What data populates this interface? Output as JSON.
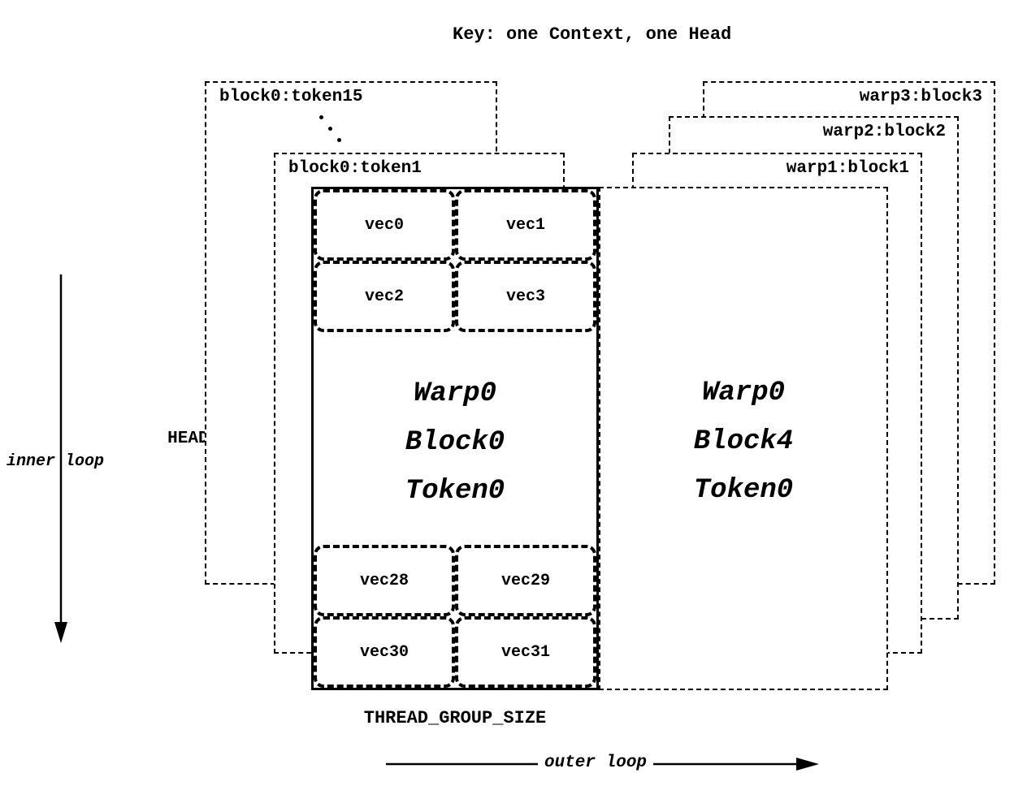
{
  "title": "Key: one Context, one Head",
  "stacked_boxes": {
    "left": [
      {
        "label": "block0:token15"
      },
      {
        "label": "block0:token1"
      }
    ],
    "right": [
      {
        "label": "warp3:block3"
      },
      {
        "label": "warp2:block2"
      },
      {
        "label": "warp1:block1"
      }
    ]
  },
  "left_block": {
    "lines": [
      "Warp0",
      "Block0",
      "Token0"
    ],
    "vecs_top": [
      "vec0",
      "vec1",
      "vec2",
      "vec3"
    ],
    "vecs_bottom": [
      "vec28",
      "vec29",
      "vec30",
      "vec31"
    ]
  },
  "right_block": {
    "lines": [
      "Warp0",
      "Block4",
      "Token0"
    ]
  },
  "annotations": {
    "head_size": "HEAD_SIZE / x",
    "inner_loop": "inner loop",
    "outer_loop": "outer loop",
    "thread_group_size": "THREAD_GROUP_SIZE"
  }
}
